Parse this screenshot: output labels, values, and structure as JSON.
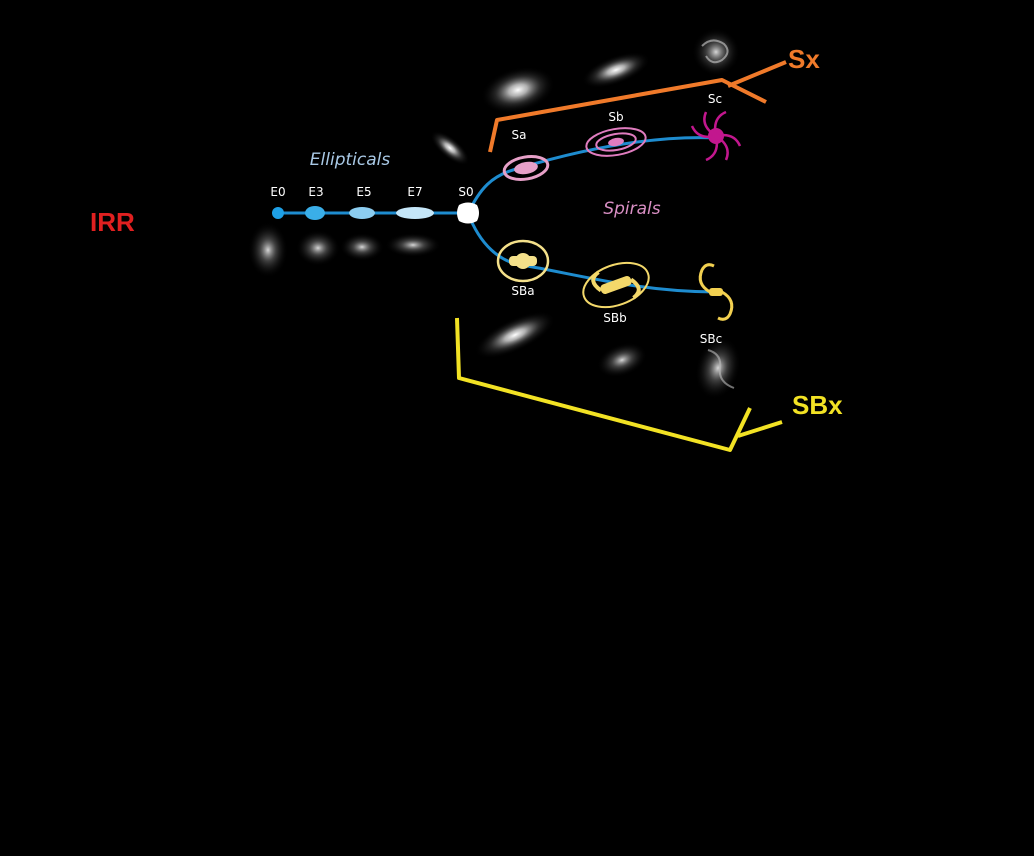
{
  "diagram": {
    "background_color": "#000000",
    "groups": {
      "ellipticals": {
        "label": "Ellipticals",
        "color": "#a9c9e6"
      },
      "spirals": {
        "label": "Spirals",
        "color": "#d98fc4"
      }
    },
    "nodes": {
      "e0": {
        "label": "E0",
        "color": "#1ea0e6"
      },
      "e3": {
        "label": "E3",
        "color": "#3aaee8"
      },
      "e5": {
        "label": "E5",
        "color": "#8ccdf0"
      },
      "e7": {
        "label": "E7",
        "color": "#c5e6f8"
      },
      "s0": {
        "label": "S0",
        "color": "#ffffff"
      },
      "sa": {
        "label": "Sa",
        "color": "#e7a0c8"
      },
      "sb": {
        "label": "Sb",
        "color": "#e07cbf"
      },
      "sc": {
        "label": "Sc",
        "color": "#c2178e"
      },
      "sba": {
        "label": "SBa",
        "color": "#f4e08a"
      },
      "sbb": {
        "label": "SBb",
        "color": "#f3d86a"
      },
      "sbc": {
        "label": "SBc",
        "color": "#f2d050"
      }
    },
    "tuning_fork_color": "#1e8ccf",
    "annotations": {
      "irr": {
        "label": "IRR",
        "color": "#e02020"
      },
      "sx": {
        "label": "Sx",
        "color": "#f07a2a"
      },
      "sbx": {
        "label": "SBx",
        "color": "#f2e224"
      }
    }
  }
}
